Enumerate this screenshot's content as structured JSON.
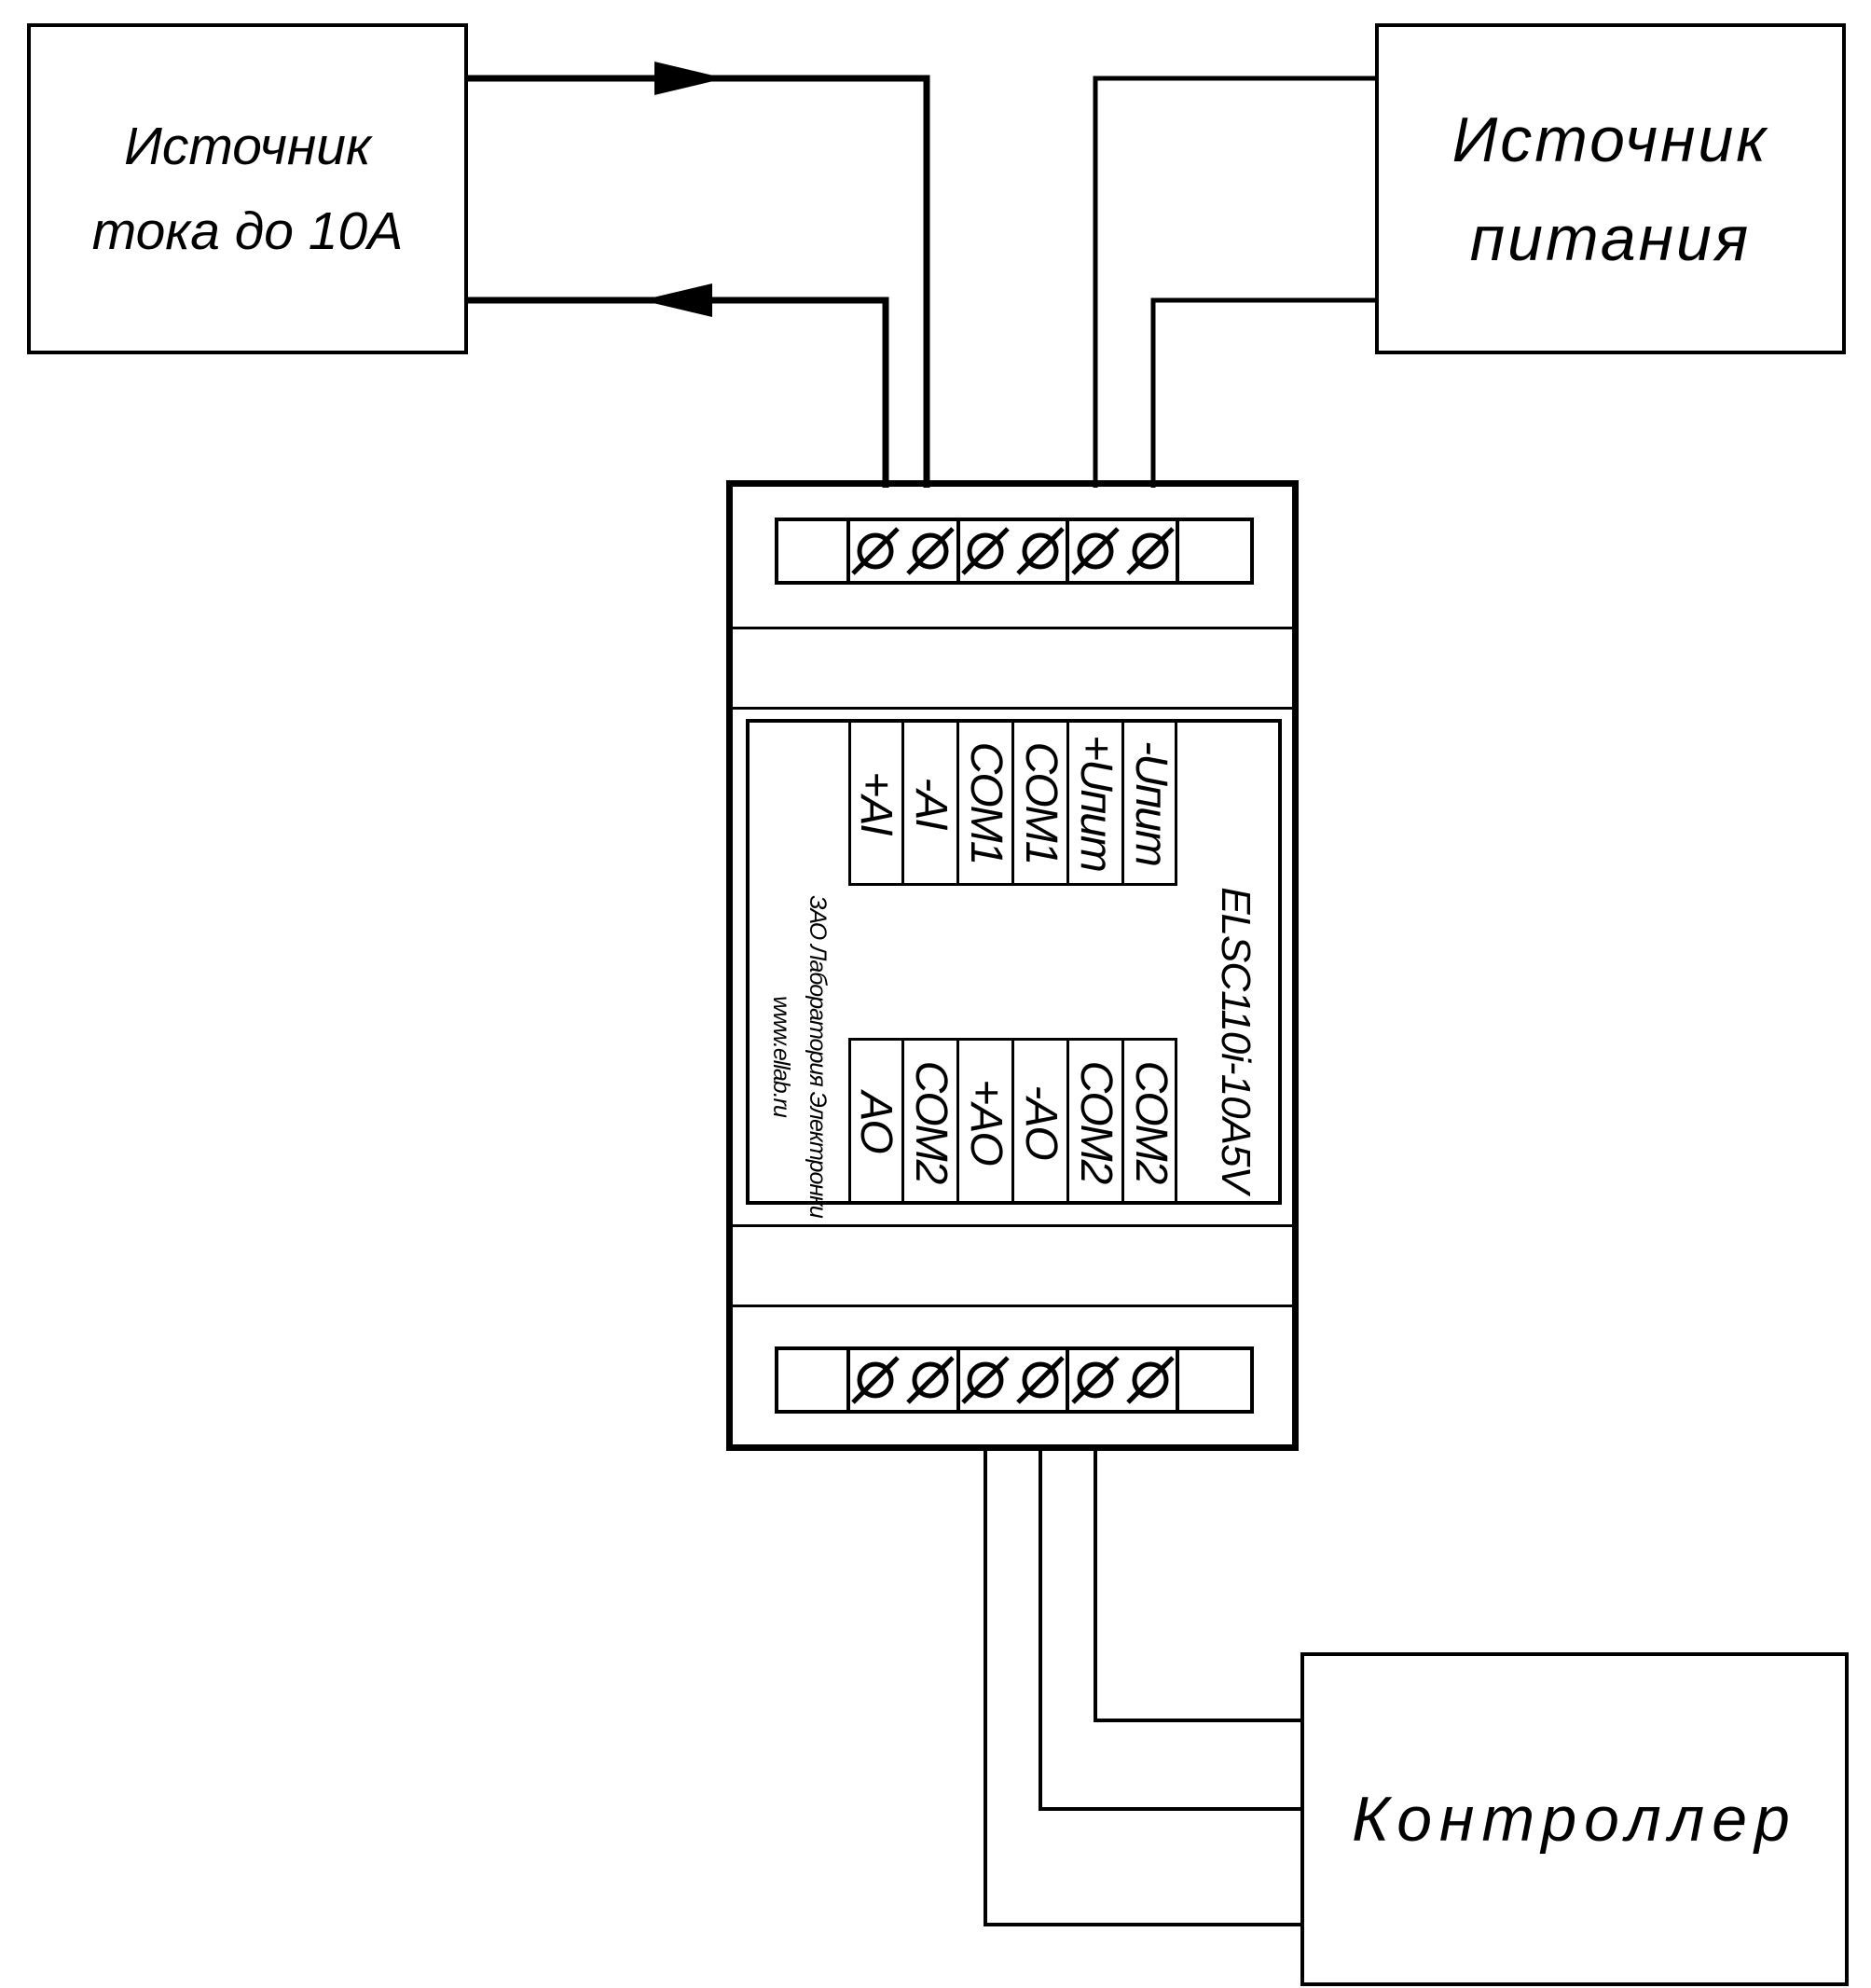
{
  "boxes": {
    "current_source": {
      "line1": "Источник",
      "line2": "тока до 10А"
    },
    "power_supply": {
      "line1": "Источник",
      "line2": "питания"
    },
    "controller": {
      "label": "Контроллер"
    }
  },
  "module": {
    "model": "ELSC110i-10A5V",
    "manufacturer": "ЗАО Лаборатория Электронки",
    "website": "www.ellab.ru",
    "top_terminals": [
      "+AI",
      "-AI",
      "COM1",
      "COM1",
      "+Uпит",
      "-Uпит"
    ],
    "bottom_terminals": [
      "AO",
      "COM2",
      "+AO",
      "-AO",
      "COM2",
      "COM2"
    ]
  },
  "colors": {
    "line": "#000000",
    "background": "#ffffff"
  }
}
